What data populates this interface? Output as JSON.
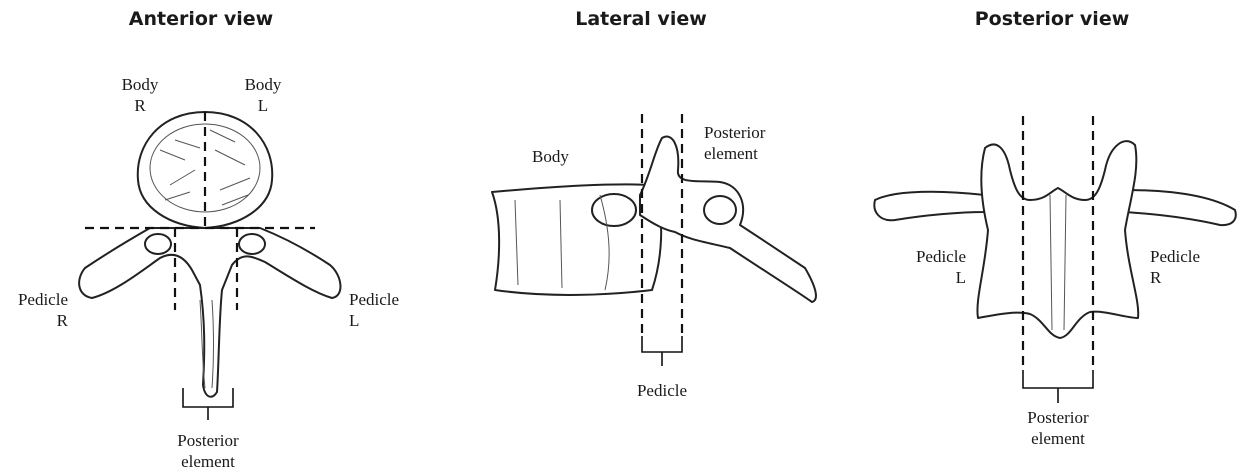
{
  "anterior": {
    "title": "Anterior view",
    "body_r": [
      "Body",
      "R"
    ],
    "body_l": [
      "Body",
      "L"
    ],
    "pedicle_r": [
      "Pedicle",
      "R"
    ],
    "pedicle_l": [
      "Pedicle",
      "L"
    ],
    "posterior_element": [
      "Posterior",
      "element"
    ]
  },
  "lateral": {
    "title": "Lateral view",
    "body": "Body",
    "posterior_element": [
      "Posterior",
      "element"
    ],
    "pedicle": "Pedicle"
  },
  "posterior": {
    "title": "Posterior view",
    "pedicle_l": [
      "Pedicle",
      "L"
    ],
    "pedicle_r": [
      "Pedicle",
      "R"
    ],
    "posterior_element": [
      "Posterior",
      "element"
    ]
  }
}
